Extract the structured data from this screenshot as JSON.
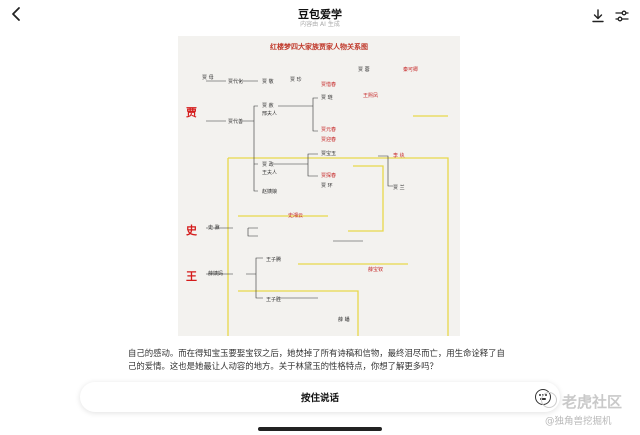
{
  "header": {
    "title": "豆包爱学",
    "subtitle": "内容由 AI 生成"
  },
  "diagram": {
    "title": "红楼梦四大家族贾家人物关系图",
    "families": [
      "贾",
      "史",
      "王"
    ],
    "names": [
      "贾 母",
      "贾代化",
      "贾代善",
      "贾 敬",
      "贾 赦",
      "贾 政",
      "邢夫人",
      "王夫人",
      "赵姨娘",
      "贾 珍",
      "贾 琏",
      "贾宝玉",
      "贾元春",
      "贾探春",
      "贾迎春",
      "贾惜春",
      "贾 环",
      "王熙凤",
      "贾 蓉",
      "秦可卿",
      "贾 兰",
      "李 纨",
      "史湘云",
      "史 鼐",
      "王子腾",
      "王子胜",
      "薛姨妈",
      "薛 蟠",
      "薛宝钗"
    ]
  },
  "caption": "自己的感动。而在得知宝玉要娶宝钗之后，她焚掉了所有诗稿和信物，最终泪尽而亡，用生命诠释了自己的爱情。这也是她最让人动容的地方。关于林黛玉的性格特点，你想了解更多吗？",
  "input": {
    "hold_to_talk": "按住说话"
  },
  "watermark": {
    "line1": "老虎社区",
    "line2": "@独角兽挖掘机"
  }
}
